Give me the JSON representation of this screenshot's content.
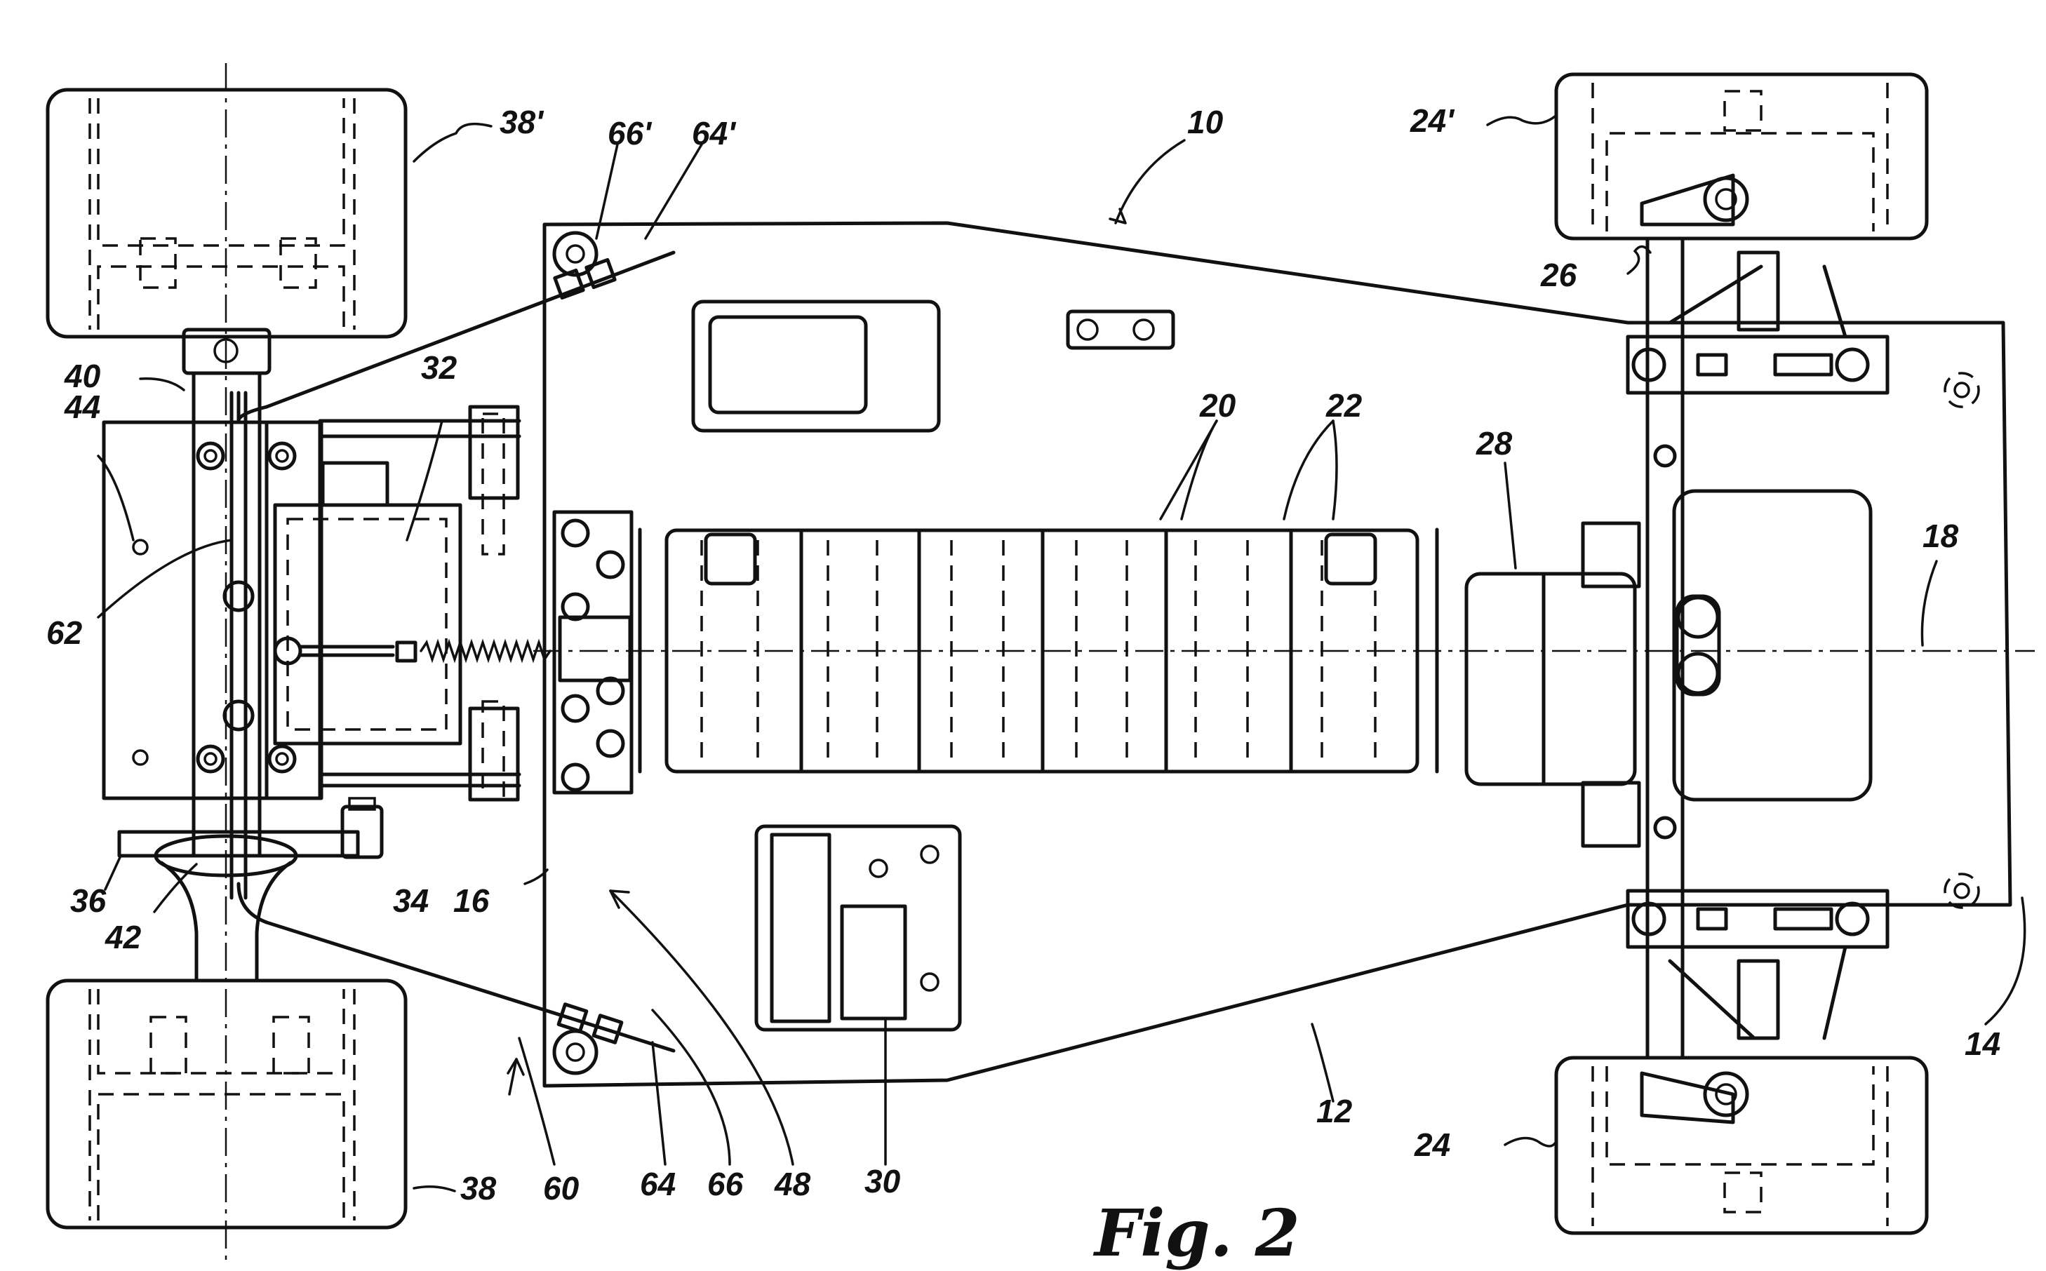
{
  "figure": {
    "caption": "Fig. 2"
  },
  "reference_numerals": [
    {
      "key": "10",
      "text": "10"
    },
    {
      "key": "12",
      "text": "12"
    },
    {
      "key": "14",
      "text": "14"
    },
    {
      "key": "16",
      "text": "16"
    },
    {
      "key": "18",
      "text": "18"
    },
    {
      "key": "20",
      "text": "20"
    },
    {
      "key": "22",
      "text": "22"
    },
    {
      "key": "24",
      "text": "24"
    },
    {
      "key": "24p",
      "text": "24'"
    },
    {
      "key": "26",
      "text": "26"
    },
    {
      "key": "28",
      "text": "28"
    },
    {
      "key": "30",
      "text": "30"
    },
    {
      "key": "32",
      "text": "32"
    },
    {
      "key": "34",
      "text": "34"
    },
    {
      "key": "36",
      "text": "36"
    },
    {
      "key": "38",
      "text": "38"
    },
    {
      "key": "38p",
      "text": "38'"
    },
    {
      "key": "40",
      "text": "40"
    },
    {
      "key": "42",
      "text": "42"
    },
    {
      "key": "44",
      "text": "44"
    },
    {
      "key": "48",
      "text": "48"
    },
    {
      "key": "60",
      "text": "60"
    },
    {
      "key": "62",
      "text": "62"
    },
    {
      "key": "64",
      "text": "64"
    },
    {
      "key": "64p",
      "text": "64'"
    },
    {
      "key": "66",
      "text": "66"
    },
    {
      "key": "66p",
      "text": "66'"
    }
  ]
}
